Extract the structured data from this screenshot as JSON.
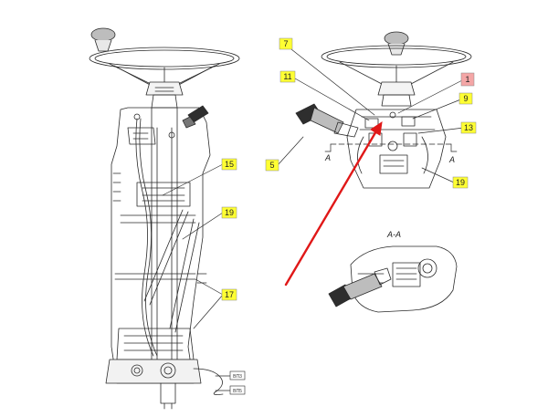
{
  "diagram": {
    "left_view_callouts": [
      {
        "id": "c15",
        "label": "15"
      },
      {
        "id": "c19a",
        "label": "19"
      },
      {
        "id": "c17",
        "label": "17"
      }
    ],
    "right_view_callouts": [
      {
        "id": "c7",
        "label": "7"
      },
      {
        "id": "c11",
        "label": "11"
      },
      {
        "id": "c1",
        "label": "1"
      },
      {
        "id": "c9",
        "label": "9"
      },
      {
        "id": "c13",
        "label": "13"
      },
      {
        "id": "c5",
        "label": "5"
      },
      {
        "id": "c19b",
        "label": "19"
      }
    ],
    "section_marks": {
      "left_A": "A",
      "right_A": "A",
      "section_title": "A-A"
    },
    "connector_labels": {
      "top": "ВП3",
      "bottom": "ВП5"
    },
    "colors": {
      "callout_fill": "#ffff33",
      "highlight_fill": "#f4a6a6",
      "arrow": "#e01818",
      "line": "#2a2a2a"
    }
  }
}
